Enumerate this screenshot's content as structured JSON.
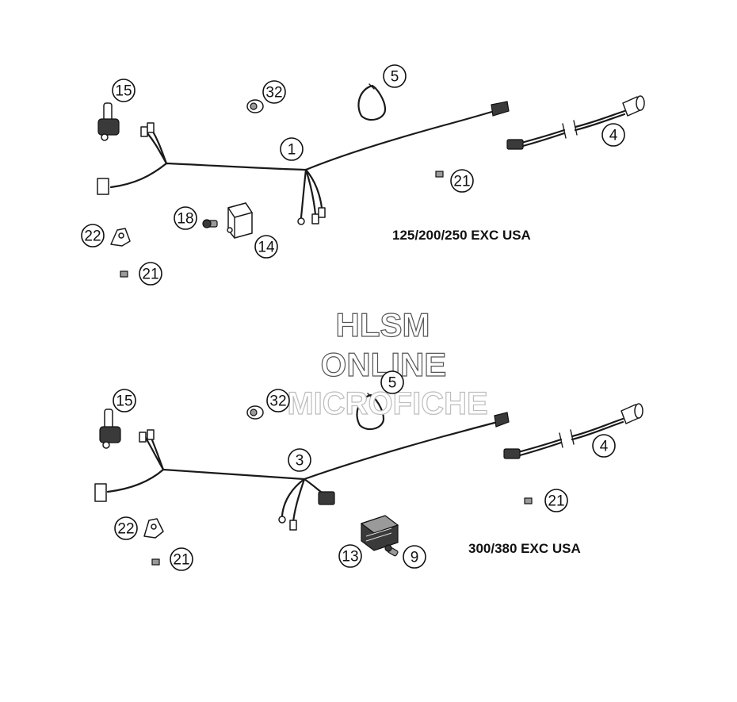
{
  "diagram": {
    "model_labels": {
      "top": "125/200/250 EXC USA",
      "bottom": "300/380 EXC USA"
    },
    "callouts": {
      "top": {
        "handlebar_switch": "15",
        "bushing": "32",
        "cable_strap": "5",
        "main_harness": "1",
        "extension_cable": "4",
        "nut": "21",
        "screw": "18",
        "relay": "14",
        "bracket": "22",
        "nut_lower": "21"
      },
      "bottom": {
        "handlebar_switch": "15",
        "bushing": "32",
        "cable_strap": "5",
        "main_harness": "3",
        "extension_cable": "4",
        "nut": "21",
        "bracket": "22",
        "nut_lower": "21",
        "regulator": "13",
        "screw": "9"
      }
    },
    "watermark": {
      "line1": "HLSM",
      "line2": "ONLINE",
      "line3": "MICROFICHE"
    }
  }
}
